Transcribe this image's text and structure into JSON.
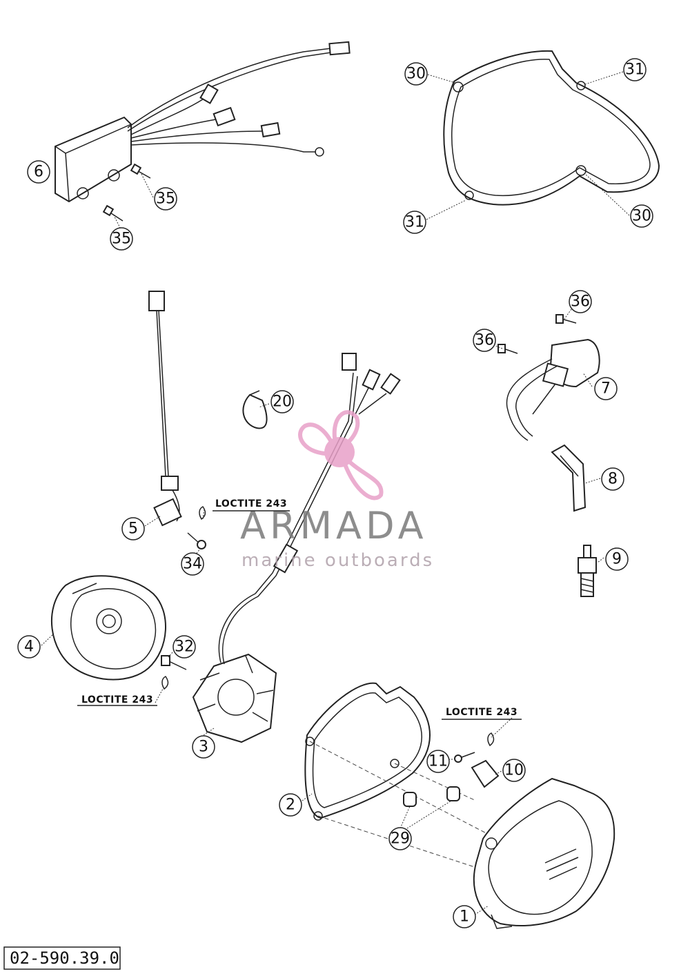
{
  "callouts": [
    {
      "id": "c30a",
      "label": "30"
    },
    {
      "id": "c31a",
      "label": "31"
    },
    {
      "id": "c31b",
      "label": "31"
    },
    {
      "id": "c30b",
      "label": "30"
    },
    {
      "id": "c6",
      "label": "6"
    },
    {
      "id": "c35a",
      "label": "35"
    },
    {
      "id": "c35b",
      "label": "35"
    },
    {
      "id": "c36a",
      "label": "36"
    },
    {
      "id": "c36b",
      "label": "36"
    },
    {
      "id": "c7",
      "label": "7"
    },
    {
      "id": "c20",
      "label": "20"
    },
    {
      "id": "c8",
      "label": "8"
    },
    {
      "id": "c5",
      "label": "5"
    },
    {
      "id": "c34",
      "label": "34"
    },
    {
      "id": "c9",
      "label": "9"
    },
    {
      "id": "c4",
      "label": "4"
    },
    {
      "id": "c32",
      "label": "32"
    },
    {
      "id": "c3",
      "label": "3"
    },
    {
      "id": "c11",
      "label": "11"
    },
    {
      "id": "c10",
      "label": "10"
    },
    {
      "id": "c2",
      "label": "2"
    },
    {
      "id": "c29",
      "label": "29"
    },
    {
      "id": "c1",
      "label": "1"
    }
  ],
  "notes": [
    {
      "id": "loctite-upper",
      "text": "LOCTITE 243"
    },
    {
      "id": "loctite-left",
      "text": "LOCTITE 243"
    },
    {
      "id": "loctite-right",
      "text": "LOCTITE 243"
    }
  ],
  "watermark": {
    "brand": "ARMADA",
    "tagline": "marine outboards",
    "colors": {
      "propeller": "#e8a0c8",
      "text": "#7a7a7a"
    }
  },
  "document_number": "02-590.39.0"
}
